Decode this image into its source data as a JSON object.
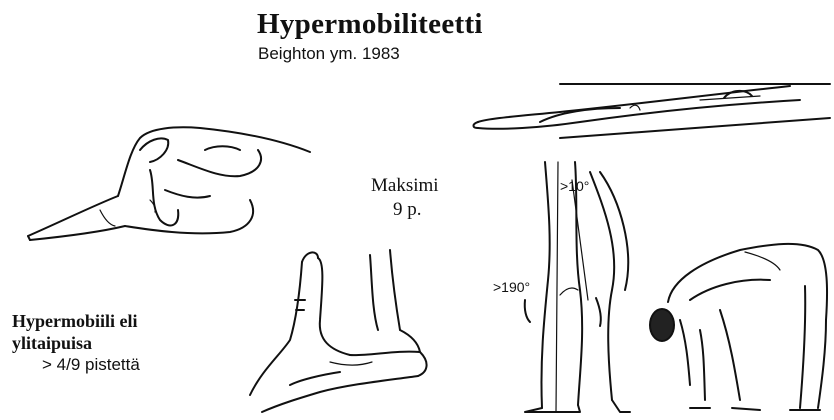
{
  "title": "Hypermobiliteetti",
  "subtitle": "Beighton ym. 1983",
  "max_label_line1": "Maksimi",
  "max_label_line2": "9 p.",
  "hyper_label_line1": "Hypermobiili eli",
  "hyper_label_line2": "ylitaipuisa",
  "threshold": "> 4/9 pistettä",
  "angle_knee": ">10°",
  "angle_hip": ">190°",
  "icons": [
    "thumb-to-forearm-illustration",
    "elbow-hyperextension-illustration",
    "knee-hyperextension-illustration",
    "finger-hyperextension-illustration",
    "forward-bend-illustration"
  ]
}
